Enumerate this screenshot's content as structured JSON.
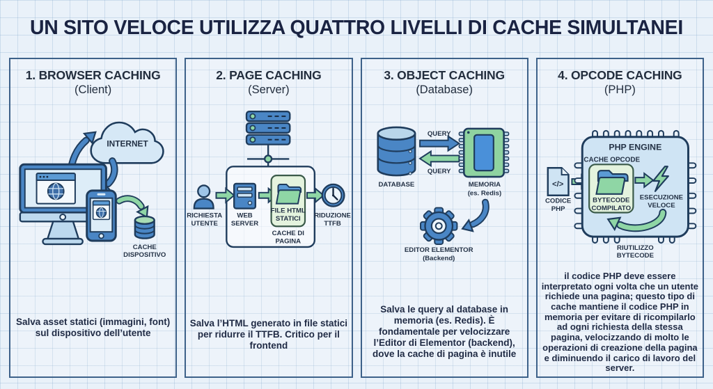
{
  "title": "UN SITO VELOCE UTILIZZA QUATTRO LIVELLI DI CACHE SIMULTANEI",
  "colors": {
    "background": "#e9f1f9",
    "grid_line": "#c9dcec",
    "panel_border": "#3d6189",
    "title_text": "#1a2342",
    "icon_outline": "#1f3c5c",
    "accent_blue": "#4a86c5",
    "accent_blue_light": "#cfe4f4",
    "accent_green": "#8fd6a5",
    "accent_green_light": "#e4f3de"
  },
  "panels": [
    {
      "heading": "1. BROWSER CACHING",
      "subheading": "(Client)",
      "labels": {
        "internet": "INTERNET",
        "cache1": "CACHE",
        "cache2": "DISPOSITIVO"
      },
      "description": "Salva asset statici (immagini, font) sul dispositivo dell’utente"
    },
    {
      "heading": "2. PAGE CACHING",
      "subheading": "(Server)",
      "labels": {
        "req1": "RICHIESTA",
        "req2": "UTENTE",
        "ws1": "WEB",
        "ws2": "SERVER",
        "fh1": "FILE HTML",
        "fh2": "STATICI",
        "cp1": "CACHE DI",
        "cp2": "PAGINA",
        "rid1": "RIDUZIONE",
        "rid2": "TTFB"
      },
      "description": "Salva l’HTML generato in file statici per ridurre il TTFB. Critico per il frontend"
    },
    {
      "heading": "3. OBJECT CACHING",
      "subheading": "(Database)",
      "labels": {
        "query_top": "QUERY",
        "query_bottom": "QUERY",
        "database": "DATABASE",
        "mem1": "MEMORIA",
        "mem2": "(es. Redis)",
        "ed1": "EDITOR ELEMENTOR",
        "ed2": "(Backend)"
      },
      "description": "Salva le query al database in memoria (es. Redis). È fondamentale per velocizzare l’Editor di Elementor (backend), dove la cache di pagina è inutile"
    },
    {
      "heading": "4. OPCODE CACHING",
      "subheading": "(PHP)",
      "labels": {
        "engine": "PHP ENGINE",
        "cache_opcode": "CACHE OPCODE",
        "code_glyph": "</>",
        "cod1": "CODICE",
        "cod2": "PHP",
        "by1": "BYTECODE",
        "by2": "COMPILATO",
        "ex1": "ESECUZIONE",
        "ex2": "VELOCE",
        "ri1": "RIUTILIZZO",
        "ri2": "BYTECODE"
      },
      "description": "il codice PHP deve essere interpretato ogni volta che un utente richiede una pagina; questo tipo di cache mantiene il codice PHP in memoria per evitare di ricompilarlo ad ogni richiesta della stessa pagina, velocizzando di molto le operazioni di creazione della pagina e diminuendo il carico di lavoro del server."
    }
  ]
}
